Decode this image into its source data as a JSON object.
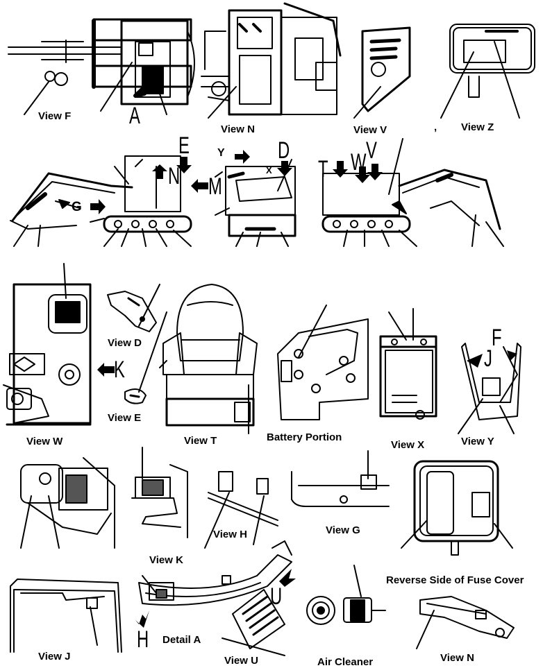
{
  "labels": {
    "view_f": "View F",
    "view_n_top": "View N",
    "view_v": "View V",
    "view_z": "View Z",
    "comma": ",",
    "view_d": "View D",
    "view_e": "View E",
    "view_w": "View W",
    "view_t": "View T",
    "battery_portion": "Battery Portion",
    "view_x": "View X",
    "view_y": "View Y",
    "view_h": "View H",
    "view_g": "View G",
    "view_k": "View K",
    "reverse_side_fuse_cover": "Reverse Side of Fuse Cover",
    "detail_a": "Detail A",
    "view_j": "View J",
    "view_u": "View U",
    "air_cleaner": "Air Cleaner",
    "view_n_bottom": "View N"
  },
  "letters": {
    "a": "A",
    "d": "D",
    "e": "E",
    "g": "G",
    "j": "J",
    "k": "K",
    "m": "M",
    "n": "N",
    "t": "T",
    "u": "U",
    "v": "V",
    "w": "W",
    "y": "Y",
    "f": "F",
    "h": "H",
    "x": "X"
  }
}
